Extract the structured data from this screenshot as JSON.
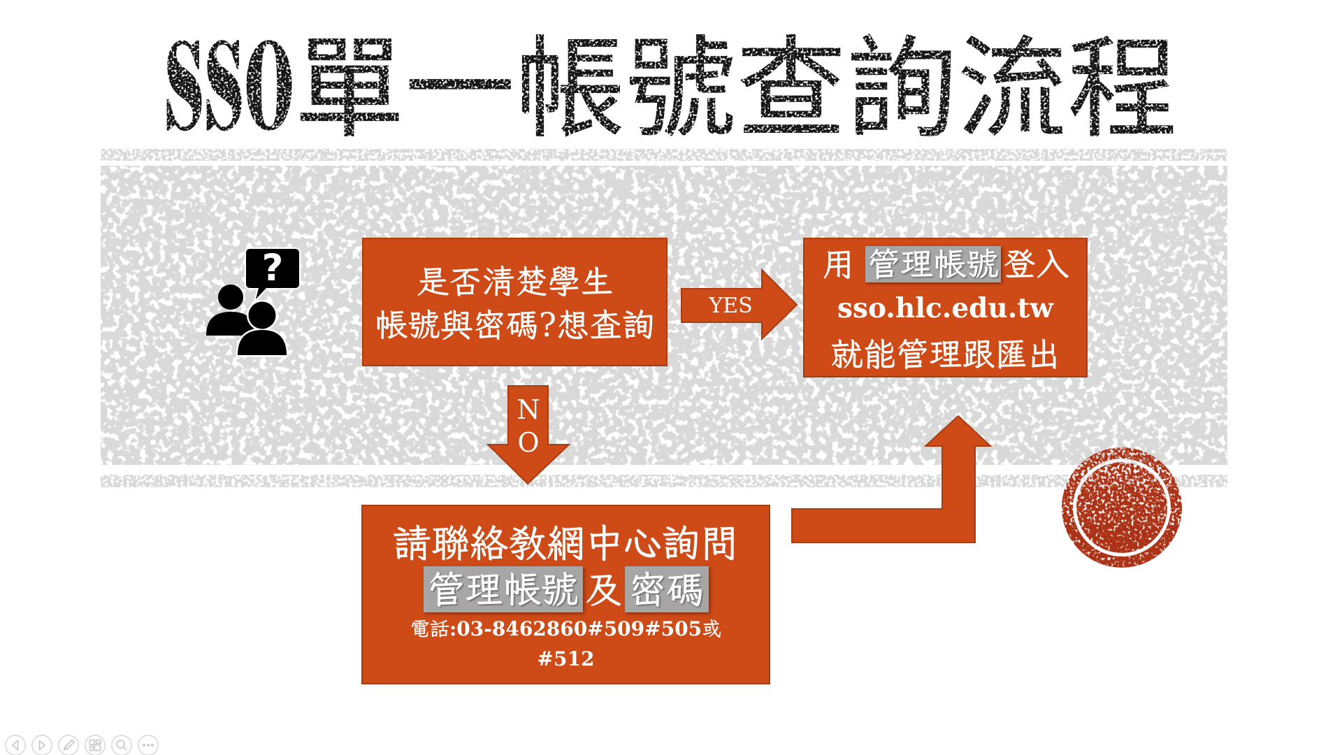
{
  "slide": {
    "title": {
      "latin": "SSO",
      "cjk": "單一帳號查詢流程"
    },
    "colors": {
      "accent_orange": "#CE4A17",
      "accent_border": "#A83C12",
      "stamp_red": "#AB3313",
      "band_gray": "#D9D9D9",
      "highlight_gray": "#A6A6A6",
      "title_black": "#181818"
    },
    "flowchart": {
      "question_box": {
        "line1": "是否清楚學生",
        "line2": "帳號與密碼?想查詢"
      },
      "yes_arrow_label": "YES",
      "no_arrow_label": "NO",
      "login_box": {
        "line1_prefix": "用 ",
        "line1_highlight": "管理帳號",
        "line1_suffix": "登入",
        "line2": "sso.hlc.edu.tw",
        "line3": "就能管理跟匯出"
      },
      "contact_box": {
        "line1": "請聯絡教網中心詢問",
        "line2_highlight1": "管理帳號",
        "line2_mid": "及",
        "line2_highlight2": "密碼",
        "line3_cjk_prefix": "電話",
        "line3_rest": ":03-8462860#509#505",
        "line3_cjk_suffix": "或",
        "line4": "#512"
      }
    },
    "icons": {
      "people_question": "two-people-with-question-speech-bubble",
      "question_mark": "?",
      "stamp": "grunge-stamp-circle"
    }
  },
  "toolbar": {
    "items": [
      {
        "icon": "previous-slide"
      },
      {
        "icon": "next-slide"
      },
      {
        "icon": "pen-annotate"
      },
      {
        "icon": "see-all-slides"
      },
      {
        "icon": "zoom-slide"
      },
      {
        "icon": "more-options"
      }
    ]
  }
}
